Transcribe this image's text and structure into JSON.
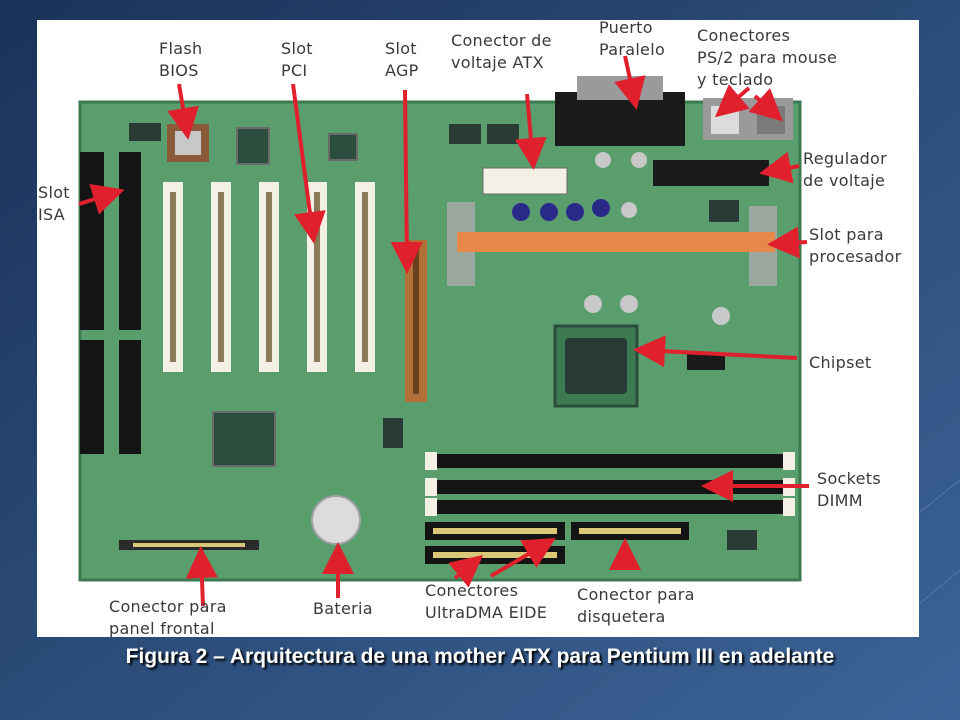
{
  "colors": {
    "board": "#5a9e6e",
    "board_edge": "#3d7a52",
    "arrow": "#e0202c",
    "slot_white": "#f4f0e6",
    "slot_black": "#141414",
    "agp": "#b07038",
    "cpu_slot": "#e88848",
    "chip": "#2a4d3e"
  },
  "labels": {
    "flash_bios": "Flash\nBIOS",
    "slot_pci": "Slot\nPCI",
    "slot_agp": "Slot\nAGP",
    "conector_atx": "Conector de\nvoltaje ATX",
    "puerto_paralelo": "Puerto\nParalelo",
    "conectores_ps2": "Conectores\nPS/2 para mouse\ny teclado",
    "slot_isa": "Slot\nISA",
    "regulador": "Regulador\nde voltaje",
    "slot_procesador": "Slot para\nprocesador",
    "chipset": "Chipset",
    "sockets_dimm": "Sockets\nDIMM",
    "conector_panel": "Conector para\npanel frontal",
    "bateria": "Bateria",
    "conectores_eide": "Conectores\nUltraDMA EIDE",
    "conector_disquetera": "Conector para\ndisquetera"
  },
  "caption": "Figura 2 – Arquitectura de una mother ATX para Pentium III en adelante"
}
